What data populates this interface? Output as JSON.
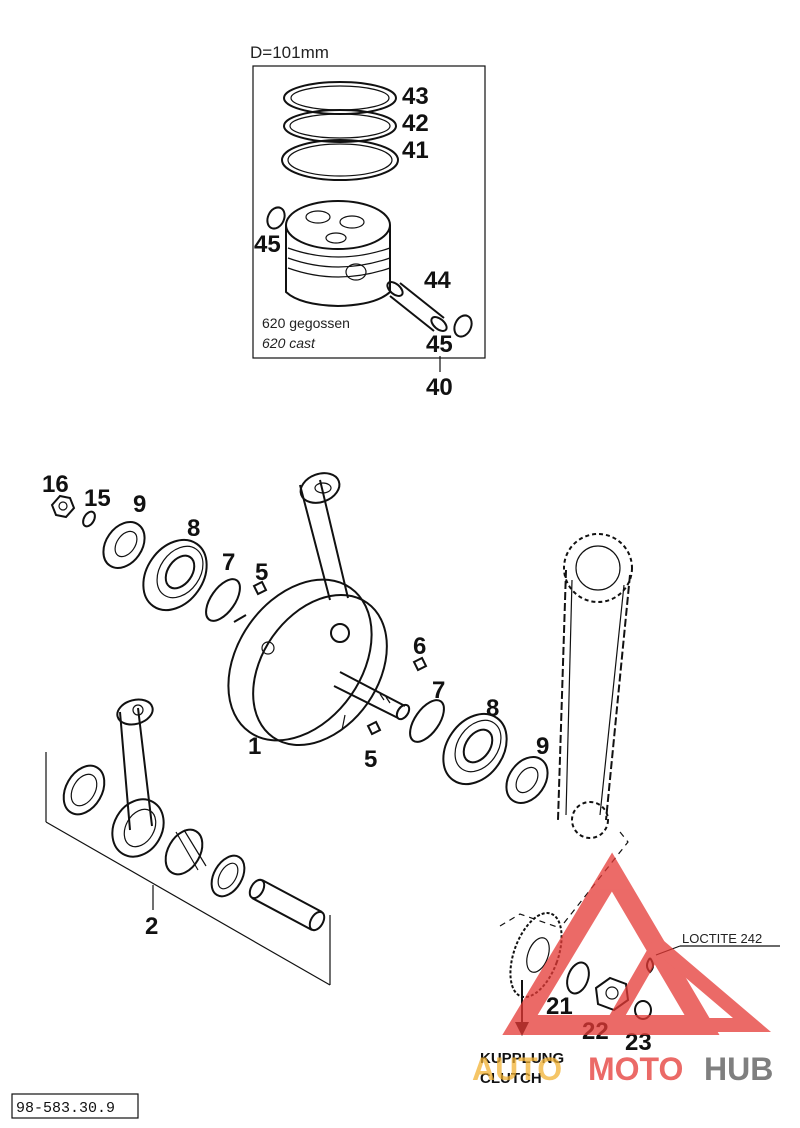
{
  "header": {
    "diameter_label": "D=101mm",
    "piston_note_de": "620 gegossen",
    "piston_note_en": "620 cast"
  },
  "piston_callouts": [
    "43",
    "42",
    "41",
    "45",
    "44",
    "45",
    "40"
  ],
  "crank_callouts": [
    "16",
    "15",
    "9",
    "8",
    "7",
    "5",
    "6",
    "7",
    "8",
    "9",
    "1",
    "5",
    "2",
    "21",
    "22",
    "23"
  ],
  "loctite": "LOCTITE 242",
  "clutch": {
    "de": "KUPPLUNG",
    "en": "CLUTCH"
  },
  "reference": "98-583.30.9",
  "watermark": {
    "part1": "AUTO",
    "part2": "MOTO",
    "part3": "HUB",
    "color": "#e53935"
  }
}
